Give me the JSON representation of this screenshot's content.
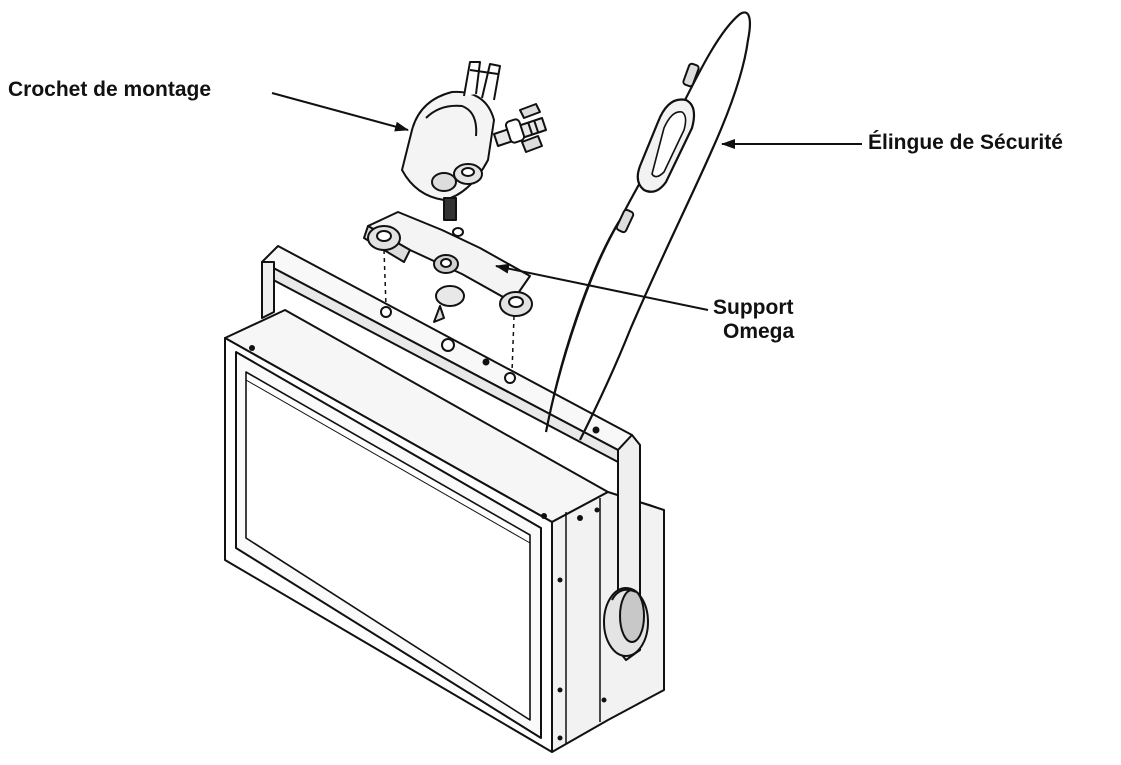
{
  "callouts": {
    "mounting_hook": "Crochet de montage",
    "safety_cable": "Élingue de Sécurité",
    "omega_bracket_line1": "Support",
    "omega_bracket_line2": "Omega"
  },
  "colors": {
    "line": "#111111",
    "background": "#ffffff",
    "fill_light": "#f4f4f4",
    "fill_mid": "#d8d8d8"
  }
}
